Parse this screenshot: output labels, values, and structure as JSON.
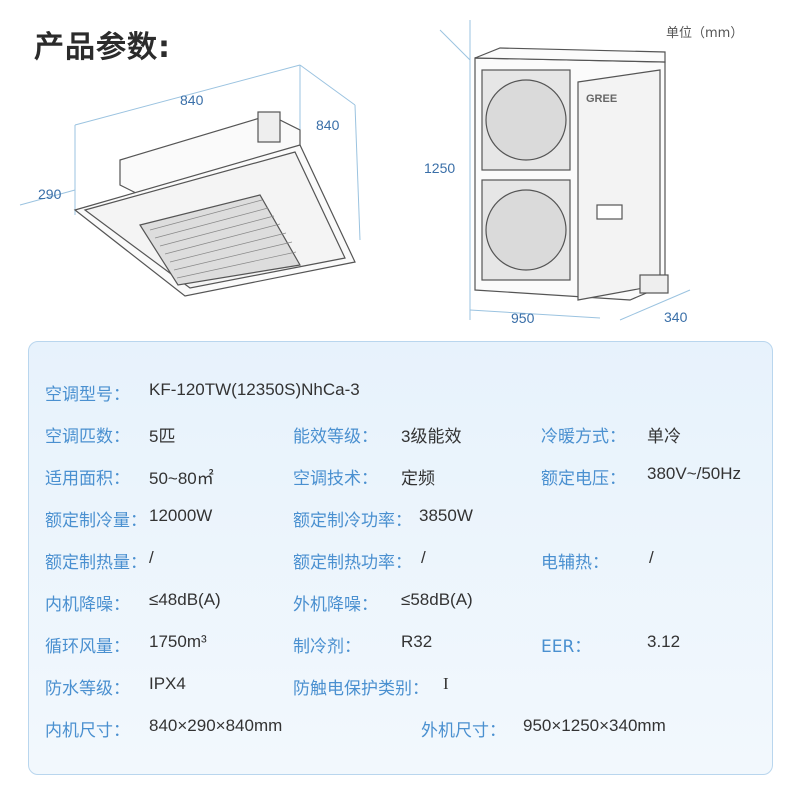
{
  "header": {
    "title": "产品参数:",
    "unit": "单位（mm）"
  },
  "indoor_dims": {
    "width": "840",
    "height": "290",
    "depth": "840"
  },
  "outdoor_dims": {
    "height": "1250",
    "width": "950",
    "depth": "340"
  },
  "brand_logo": "GREE",
  "specs": {
    "row1": {
      "l1": "空调型号：",
      "v1": "KF-120TW(12350S)NhCa-3"
    },
    "row2": {
      "l1": "空调匹数：",
      "v1": "5匹",
      "l2": "能效等级：",
      "v2": "3级能效",
      "l3": "冷暖方式：",
      "v3": "单冷"
    },
    "row3": {
      "l1": "适用面积：",
      "v1": "50~80㎡",
      "l2": "空调技术：",
      "v2": "定频",
      "l3": "额定电压：",
      "v3": "380V~/50Hz"
    },
    "row4": {
      "l1": "额定制冷量：",
      "v1": "12000W",
      "l2": "额定制冷功率：",
      "v2": "3850W"
    },
    "row5": {
      "l1": "额定制热量：",
      "v1": "/",
      "l2": "额定制热功率：",
      "v2": "/",
      "l3": "电辅热：",
      "v3": "/"
    },
    "row6": {
      "l1": "内机降噪：",
      "v1": "≤48dB(A)",
      "l2": "外机降噪：",
      "v2": "≤58dB(A)"
    },
    "row7": {
      "l1": "循环风量：",
      "v1": "1750m³",
      "l2": "制冷剂：",
      "v2": "R32",
      "l3": "EER：",
      "v3": "3.12"
    },
    "row8": {
      "l1": "防水等级：",
      "v1": "IPX4",
      "l2": "防触电保护类别：",
      "v2": "I"
    },
    "row9": {
      "l1": "内机尺寸：",
      "v1": "840×290×840mm",
      "l2": "外机尺寸：",
      "v2": "950×1250×340mm"
    }
  }
}
